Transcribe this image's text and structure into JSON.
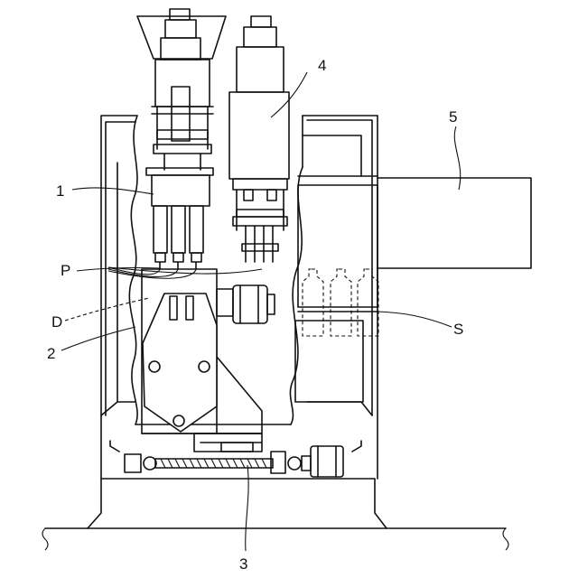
{
  "labels": {
    "l1": "1",
    "l2": "2",
    "l3": "3",
    "l4": "4",
    "l5": "5",
    "lP": "P",
    "lD": "D",
    "lS": "S"
  }
}
